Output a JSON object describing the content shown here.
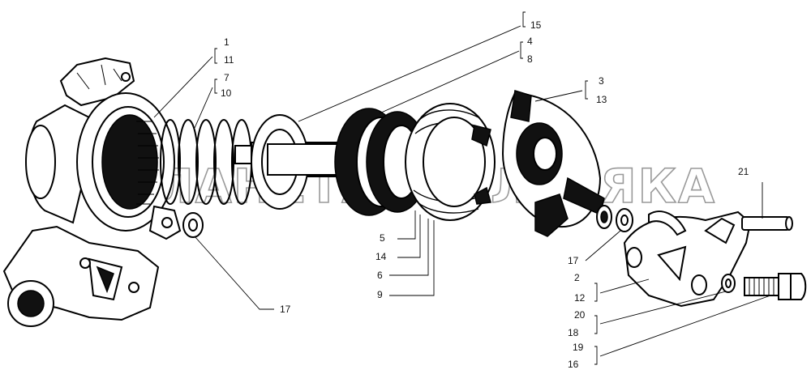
{
  "watermark": "ПЛАНЕТА ЖЕЛЕЗЯКА",
  "callouts": {
    "c1": "1",
    "c11": "11",
    "c7": "7",
    "c10": "10",
    "c15": "15",
    "c4": "4",
    "c8": "8",
    "c3": "3",
    "c13": "13",
    "c21": "21",
    "c5": "5",
    "c14": "14",
    "c6": "6",
    "c9": "9",
    "c17a": "17",
    "c17b": "17",
    "c2": "2",
    "c12": "12",
    "c20": "20",
    "c18": "18",
    "c19": "19",
    "c16": "16"
  }
}
